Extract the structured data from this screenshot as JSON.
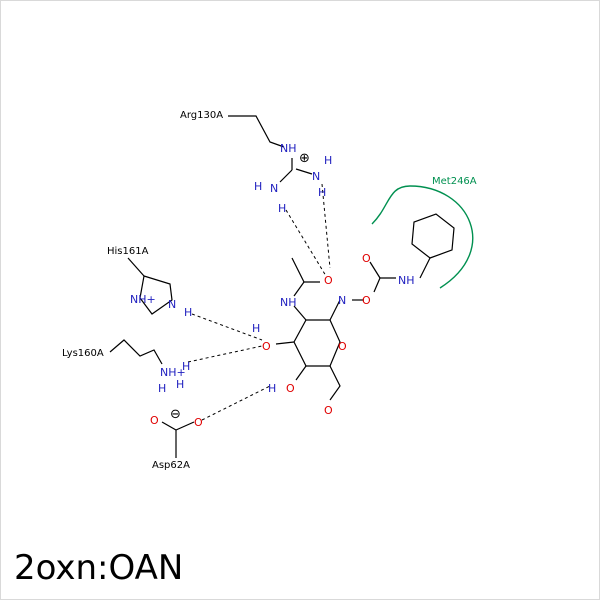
{
  "caption": "2oxn:OAN",
  "residues": {
    "arg": "Arg130A",
    "his": "His161A",
    "lys": "Lys160A",
    "asp": "Asp62A",
    "met": "Met246A"
  },
  "atoms": {
    "NH": "NH",
    "N": "N",
    "H": "H",
    "O": "O",
    "NHplus": "NH+",
    "charge_plus": "⊕",
    "charge_minus": "⊖"
  },
  "colors": {
    "nitrogen": "#1f1fbf",
    "oxygen": "#e00000",
    "hydrophobic": "#009050",
    "bond": "#000000"
  }
}
